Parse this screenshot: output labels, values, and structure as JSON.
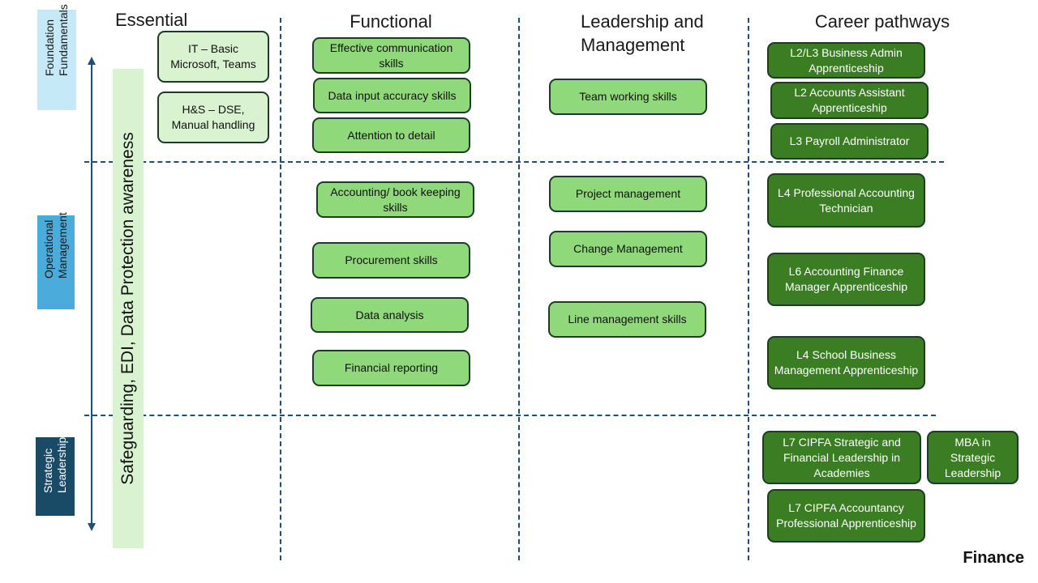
{
  "columns": {
    "essential": "Essential",
    "functional": "Functional",
    "leadership": "Leadership and Management",
    "career": "Career pathways"
  },
  "tiers": {
    "foundation": "Foundation Fundamentals",
    "operational": "Operational Management",
    "strategic": "Strategic Leadership"
  },
  "band_label": "Safeguarding, EDI, Data Protection awareness",
  "essential": {
    "it": "IT – Basic Microsoft, Teams",
    "hs": "H&S – DSE, Manual handling"
  },
  "functional": {
    "communication": "Effective communication skills",
    "data_input": "Data input accuracy skills",
    "attention": "Attention to detail",
    "accounting": "Accounting/ book keeping skills",
    "procurement": "Procurement skills",
    "data_analysis": "Data analysis",
    "financial_reporting": "Financial reporting"
  },
  "leadership": {
    "team_working": "Team working skills",
    "project": "Project management",
    "change": "Change Management",
    "line": "Line management skills"
  },
  "career": {
    "business_admin": "L2/L3 Business Admin Apprenticeship",
    "accounts_assistant": "L2 Accounts Assistant Apprenticeship",
    "payroll": "L3 Payroll Administrator",
    "aat": "L4 Professional Accounting Technician",
    "finance_manager": "L6  Accounting Finance Manager Apprenticeship",
    "school_business": "L4 School Business Management Apprenticeship",
    "cipfa_strategic": "L7 CIPFA Strategic and Financial Leadership in Academies",
    "mba": "MBA in Strategic Leadership",
    "cipfa_accountancy": "L7 CIPFA Accountancy Professional Apprenticeship"
  },
  "footer": "Finance",
  "colors": {
    "light_green": "#d9f2d0",
    "mid_green": "#8fd97a",
    "dark_green": "#3a7d22",
    "tier_foundation": "#c6e9f7",
    "tier_operational": "#4bacdc",
    "tier_strategic": "#1a4b66",
    "divider": "#1f4e79"
  }
}
